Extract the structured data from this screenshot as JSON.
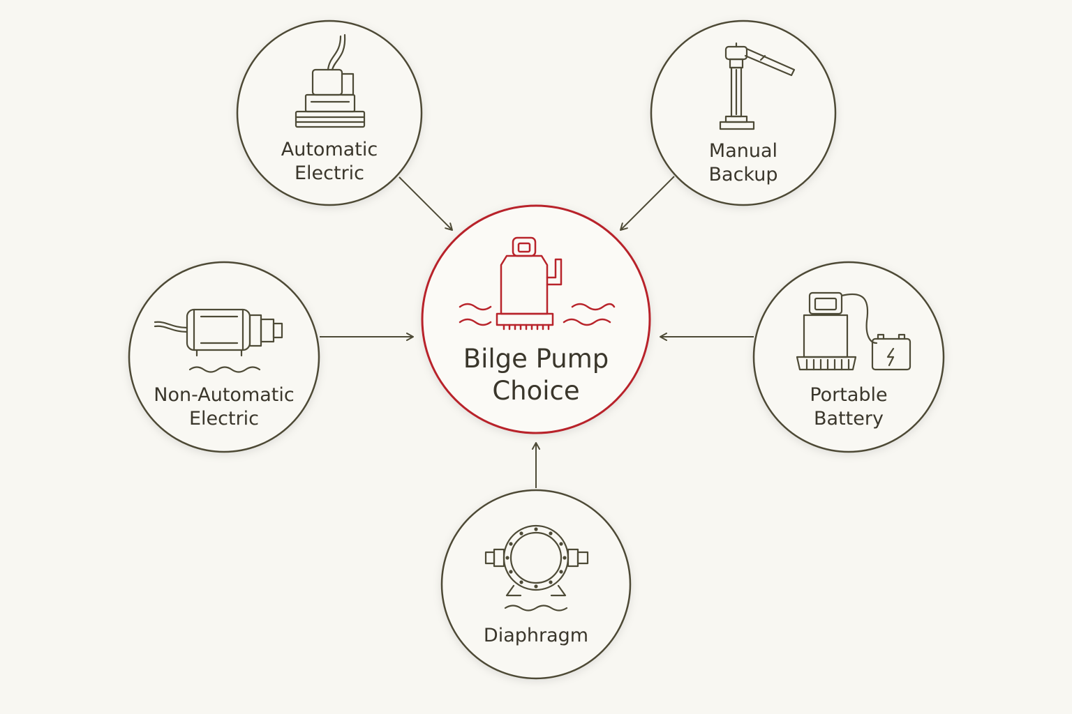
{
  "diagram": {
    "center": {
      "lines": [
        "Bilge Pump",
        "Choice"
      ],
      "icon": "submersible-pump-in-water-icon",
      "accent_color": "#b8232a"
    },
    "nodes": [
      {
        "id": "automatic-electric",
        "lines": [
          "Automatic",
          "Electric"
        ],
        "icon": "float-switch-pump-icon"
      },
      {
        "id": "manual-backup",
        "lines": [
          "Manual",
          "Backup"
        ],
        "icon": "hand-pump-icon"
      },
      {
        "id": "non-automatic-electric",
        "lines": [
          "Non-Automatic",
          "Electric"
        ],
        "icon": "inline-motor-pump-icon"
      },
      {
        "id": "portable-battery",
        "lines": [
          "Portable",
          "Battery"
        ],
        "icon": "battery-pump-icon"
      },
      {
        "id": "diaphragm",
        "lines": [
          "Diaphragm"
        ],
        "icon": "diaphragm-pump-icon"
      }
    ],
    "node_stroke_color": "#4d4a36",
    "background_color": "#f8f7f2"
  }
}
